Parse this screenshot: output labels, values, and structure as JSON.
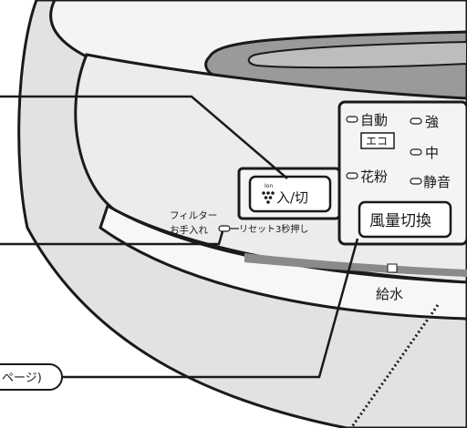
{
  "panel": {
    "power_button": {
      "icon": "ion-dots-icon",
      "ion_text": "Ion",
      "label": "入/切"
    },
    "filter": {
      "line1": "フィルター",
      "line2": "お手入れ",
      "reset": "リセット3秒押し"
    },
    "modes": {
      "auto": "自動",
      "eco": "エコ",
      "strong": "強",
      "medium": "中",
      "pollen": "花粉",
      "quiet": "静音"
    },
    "fan_button": {
      "label": "風量切換"
    },
    "water_supply": "給水"
  },
  "callout": {
    "page_ref": "ページ)"
  },
  "colors": {
    "outline": "#1a1a1a",
    "panel_fill": "#ececec",
    "body_fill": "#dcdcdc",
    "strip_fill": "#8a8a8a",
    "dark_slot": "#9a9a9a"
  }
}
